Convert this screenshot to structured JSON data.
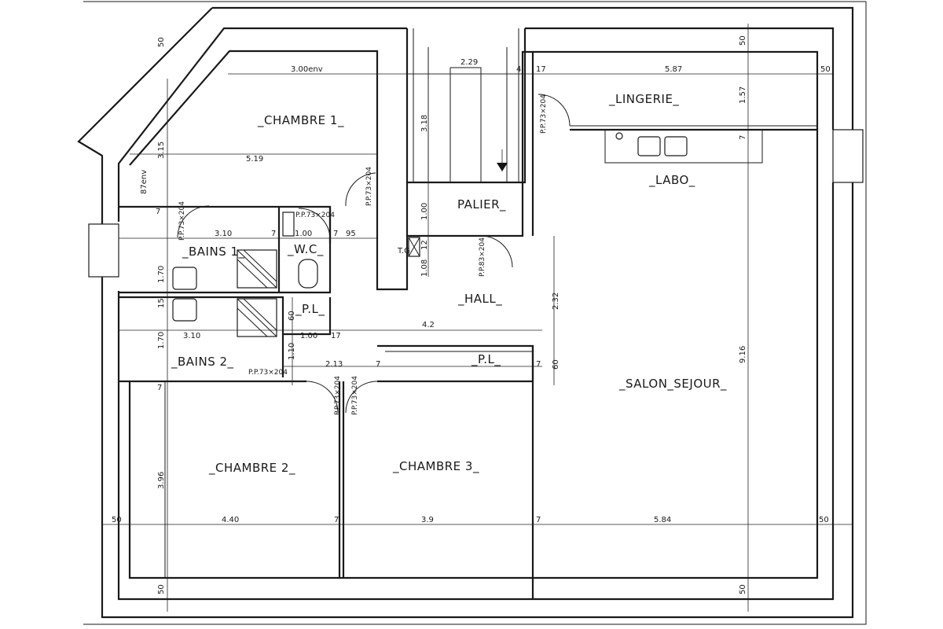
{
  "rooms": {
    "chambre1": "_CHAMBRE 1_",
    "lingerie": "_LINGERIE_",
    "labo": "_LABO_",
    "palier": "PALIER_",
    "bains1": "_BAINS 1_",
    "wc": "_W.C_",
    "pl1": "_P.L_",
    "hall": "_HALL_",
    "bains2": "_BAINS 2_",
    "pl2": "_P.L_",
    "salon": "_SALON_SEJOUR_",
    "chambre2": "_CHAMBRE 2_",
    "chambre3": "_CHAMBRE 3_"
  },
  "doors": {
    "d_lingerie": "P.P.73×204",
    "d_ch1": "P.P.73×204",
    "d_bains1": "P.P.73×204",
    "d_wc": "P.P.73×204",
    "d_hall": "P.P.83×204",
    "d_bains2": "P.P.73×204",
    "d_ch2": "P.P.73×204",
    "d_ch3": "P.P.73×204"
  },
  "dims": {
    "top_left_50": "50",
    "top_right_50": "50",
    "ch1_3_00": "3.00env",
    "palier_2_29": "2.29",
    "top_4": "4",
    "top_17": "17",
    "ling_5_87": "5.87",
    "right_50_top": "50",
    "ch1_3_15": "3.15",
    "ch1_5_19": "5.19",
    "env_87": "87env",
    "palier_3_18": "3.18",
    "palier_1_00": "1.00",
    "ling_1_57": "1.57",
    "labo_7": "7",
    "b1_7_left": "7",
    "b1_3_10": "3.10",
    "b1_7_mid": "7",
    "wc_1_00": "1.00",
    "wc_7": "7",
    "wc_95": "95",
    "tg": "T.G",
    "hall_12": "12",
    "hall_1_08": "1.08",
    "b1_1_70": "1.70",
    "b1_15": "15",
    "pl_60": "60",
    "hall_4_2": "4.2",
    "hall_2_32": "2.32",
    "b2_1_70": "1.70",
    "b2_3_10": "3.10",
    "pl_1_00": "1.00",
    "pl_17": "17",
    "b2_1_10": "1.10",
    "hall_2_13": "2.13",
    "pl2_7a": "7",
    "pl2_7b": "7",
    "pl2_60": "60",
    "salon_9_16": "9.16",
    "ch2_7": "7",
    "ch2_3_96": "3.96",
    "bot_50_left": "50",
    "ch2_4_40": "4.40",
    "ch_7a": "7",
    "ch3_3_9": "3.9",
    "ch_7b": "7",
    "salon_5_84": "5.84",
    "bot_50_right": "50",
    "bot_left_50": "50",
    "bot_right_50": "50"
  }
}
